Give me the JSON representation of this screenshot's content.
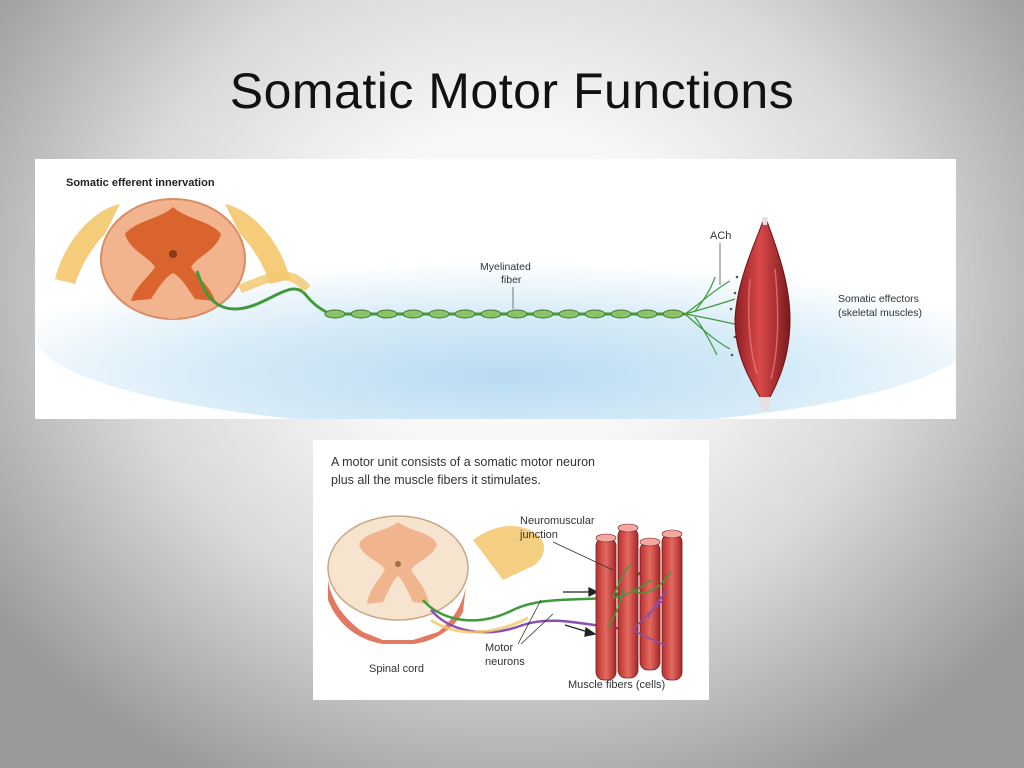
{
  "slide": {
    "title": "Somatic Motor Functions"
  },
  "top_figure": {
    "heading": "Somatic efferent innervation",
    "label_ach": "ACh",
    "label_myelinated_line1": "Myelinated",
    "label_myelinated_line2": "fiber",
    "label_effectors_line1": "Somatic effectors",
    "label_effectors_line2": "(skeletal muscles)"
  },
  "bottom_figure": {
    "caption_line1": "A motor unit consists of a somatic motor neuron",
    "caption_line2": "plus all the muscle fibers it stimulates.",
    "label_nmj_line1": "Neuromuscular",
    "label_nmj_line2": "junction",
    "label_motor_line1": "Motor",
    "label_motor_line2": "neurons",
    "label_spinal": "Spinal cord",
    "label_muscle": "Muscle fibers (cells)"
  },
  "colors": {
    "spinal_white": "#f2b48e",
    "spinal_gray": "#d9642e",
    "nerve_yellow": "#f3c76b",
    "axon_green": "#3f9a3a",
    "muscle_red": "#c23a3a",
    "neuron_purple": "#8a4fb0"
  }
}
